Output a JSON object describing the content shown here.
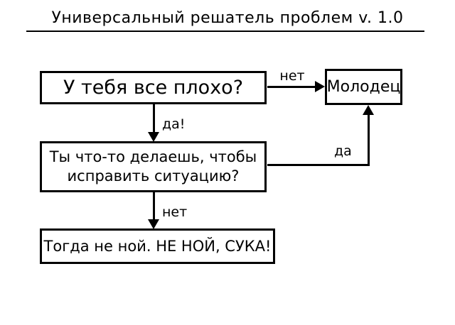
{
  "title": "Универсальный решатель проблем v. 1.0",
  "boxes": {
    "q1": "У тебя все плохо?",
    "praise": "Молодец",
    "q2": {
      "line1": "Ты что-то делаешь, чтобы",
      "line2": "исправить ситуацию?"
    },
    "final": "Тогда не ной. НЕ НОЙ, СУКА!"
  },
  "edges": {
    "no1": "нет",
    "yes1": "да!",
    "yes2": "да",
    "no2": "нет"
  },
  "colors": {
    "ink": "#000000",
    "paper": "#ffffff"
  }
}
